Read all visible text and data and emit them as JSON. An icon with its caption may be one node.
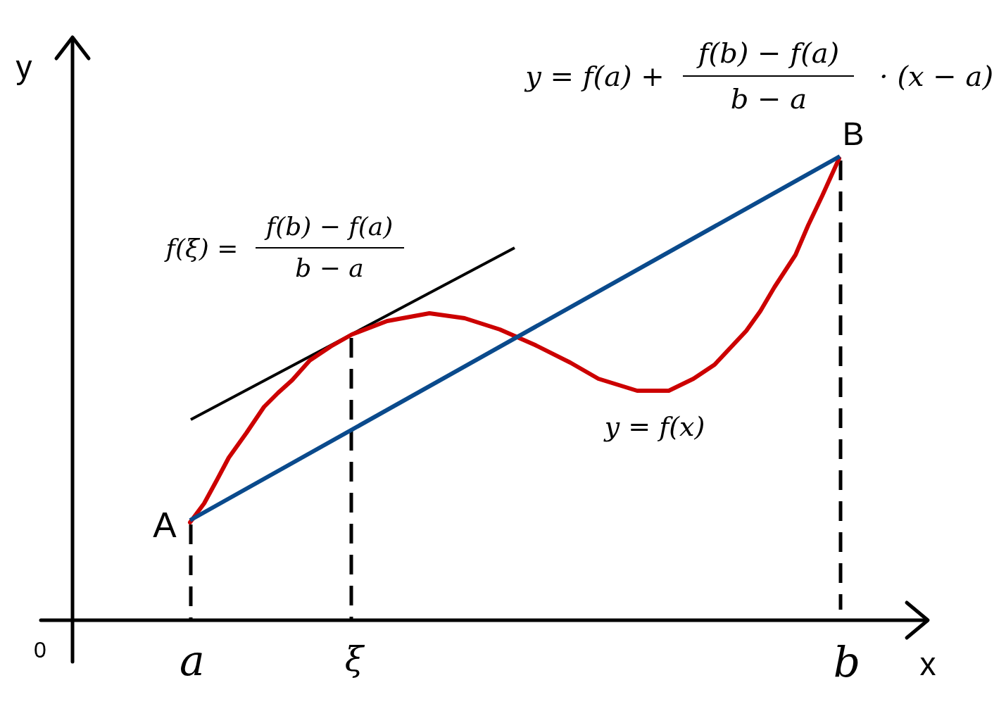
{
  "diagram": {
    "labels": [
      "y",
      "f(b) − f(a)",
      "y = f(a) +",
      "· (x − a)",
      "b − a",
      "B",
      "f(b) − f(a)",
      "f(ξ) =",
      "b − a",
      "y = f(x)",
      "A",
      "0",
      "a",
      "ξ",
      "b",
      "x"
    ]
  }
}
